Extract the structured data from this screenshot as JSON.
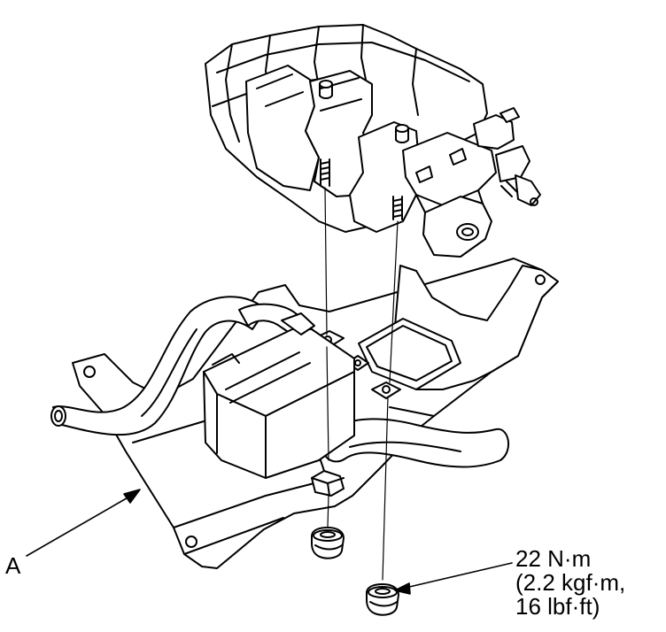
{
  "labels": {
    "part_a": "A",
    "torque_nm": "22 N·m",
    "torque_kgf": "(2.2 kgf·m,",
    "torque_lbf": "16 lbf·ft)"
  },
  "colors": {
    "ink": "#000000",
    "paper": "#ffffff"
  }
}
